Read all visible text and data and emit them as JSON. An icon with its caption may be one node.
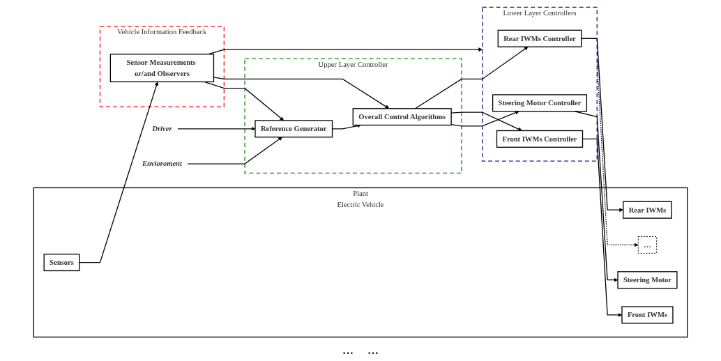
{
  "diagram": {
    "nodes": [
      {
        "text": [
          "Driver"
        ]
      },
      {
        "text": [
          "Envioroment"
        ]
      },
      {
        "text": [
          "Upper Layer Controller"
        ]
      },
      {
        "text": [
          "Reference Generator"
        ],
        "in": 2
      },
      {
        "text": [
          "Overall Control Algorithms"
        ],
        "in": 2
      },
      {
        "text": [
          "Lower Layer Controllers"
        ]
      },
      {
        "text": [
          "Steering Motor Controller"
        ],
        "in": 5
      },
      {
        "text": [
          "Front IWMs Controller"
        ],
        "in": 5
      },
      {
        "text": [
          "Rear IWMs Controller"
        ],
        "in": 5
      },
      {
        "text": [
          "Plant",
          "Electric Vehicle"
        ]
      },
      {
        "text": [
          "Steering Motor"
        ],
        "in": 9
      },
      {
        "text": [
          "Front IWMs"
        ],
        "in": 9
      },
      {
        "text": [
          "Rear IWMs"
        ],
        "in": 9
      },
      {
        "text": [
          "…"
        ],
        "in": 9
      },
      {
        "text": [
          "Sensors"
        ],
        "in": 9
      },
      {
        "text": [
          "Vehicle Information Feedback"
        ]
      },
      {
        "text": [
          "Sensor Measurements or/and Observers"
        ],
        "in": 15
      }
    ],
    "edges": [
      {
        "from": 0,
        "to": 3,
        "arrow": "to"
      },
      {
        "from": 1,
        "to": 3,
        "arrow": "to"
      },
      {
        "from": 3,
        "to": 4,
        "arrow": "to"
      },
      {
        "from": 4,
        "to": 6,
        "arrow": "to"
      },
      {
        "from": 4,
        "to": 7,
        "arrow": "to"
      },
      {
        "from": 4,
        "to": 8,
        "arrow": "to"
      },
      {
        "from": 6,
        "to": 10,
        "arrow": "to"
      },
      {
        "from": 7,
        "to": 11,
        "arrow": "to"
      },
      {
        "from": 8,
        "to": 12,
        "arrow": "to"
      },
      {
        "from": 5,
        "to": 13,
        "arrow": "to",
        "style": "dashed"
      },
      {
        "from": 14,
        "to": 16,
        "arrow": "to"
      },
      {
        "from": 16,
        "to": 3,
        "arrow": "to"
      },
      {
        "from": 16,
        "to": 4,
        "arrow": "to"
      },
      {
        "from": 16,
        "to": 5,
        "arrow": "to"
      }
    ],
    "labels": [
      "…",
      "…"
    ]
  }
}
